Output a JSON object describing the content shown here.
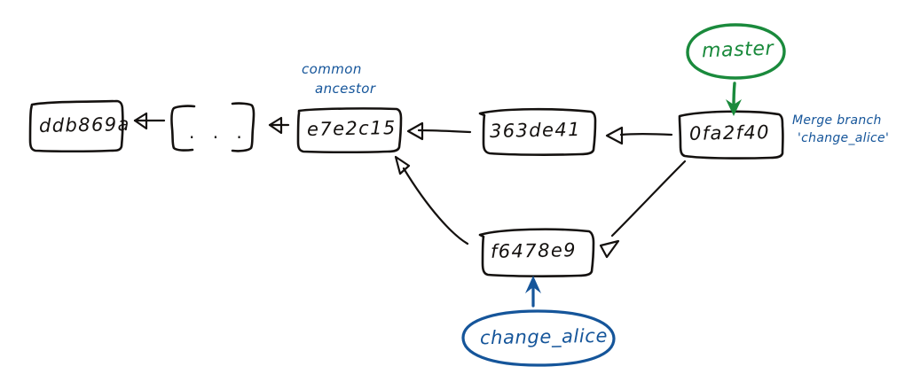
{
  "diagram": {
    "title": "git merge commit graph",
    "background_color": "#ffffff",
    "ink_color": "#14110f",
    "accent_blue": "#15559a",
    "accent_green": "#1a8a3c"
  },
  "commits": [
    {
      "id": "ddb869a",
      "label": "ddb869a"
    },
    {
      "id": "ellipsis",
      "label": ". . ."
    },
    {
      "id": "e7e2c15",
      "label": "e7e2c15"
    },
    {
      "id": "363de41",
      "label": "363de41"
    },
    {
      "id": "0fa2f40",
      "label": "0fa2f40"
    },
    {
      "id": "f6478e9",
      "label": "f6478e9"
    }
  ],
  "annotations": [
    {
      "name": "common-ancestor",
      "line1": "common",
      "line2": "ancestor",
      "color": "#15559a"
    },
    {
      "name": "merge-message",
      "line1": "Merge branch",
      "line2": "'change_alice'",
      "color": "#15559a"
    }
  ],
  "branches": [
    {
      "name": "master",
      "label": "master",
      "color": "#1a8a3c",
      "points_to": "0fa2f40"
    },
    {
      "name": "change_alice",
      "label": "change_alice",
      "color": "#15559a",
      "points_to": "f6478e9"
    }
  ],
  "edges": [
    {
      "from": "ellipsis",
      "to": "ddb869a"
    },
    {
      "from": "e7e2c15",
      "to": "ellipsis"
    },
    {
      "from": "363de41",
      "to": "e7e2c15"
    },
    {
      "from": "0fa2f40",
      "to": "363de41"
    },
    {
      "from": "f6478e9",
      "to": "e7e2c15"
    },
    {
      "from": "0fa2f40",
      "to": "f6478e9"
    }
  ]
}
